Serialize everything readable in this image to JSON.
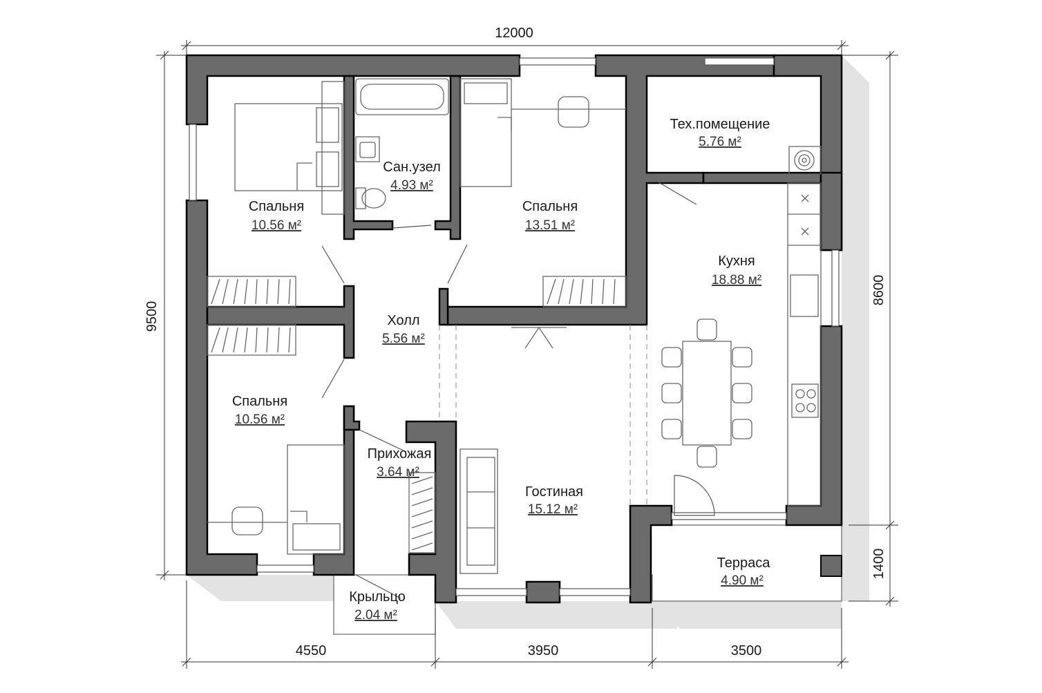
{
  "rooms": {
    "bedroom_top_left": {
      "name": "Спальня",
      "area": "10.56 м²"
    },
    "bathroom": {
      "name": "Сан.узел",
      "area": "4.93 м²"
    },
    "bedroom_top_mid": {
      "name": "Спальня",
      "area": "13.51 м²"
    },
    "tech_room": {
      "name": "Тех.помещение",
      "area": "5.76 м²"
    },
    "kitchen": {
      "name": "Кухня",
      "area": "18.88 м²"
    },
    "hall": {
      "name": "Холл",
      "area": "5.56 м²"
    },
    "bedroom_bottom_left": {
      "name": "Спальня",
      "area": "10.56 м²"
    },
    "entrance": {
      "name": "Прихожая",
      "area": "3.64 м²"
    },
    "living_room": {
      "name": "Гостиная",
      "area": "15.12 м²"
    },
    "terrace": {
      "name": "Терраса",
      "area": "4.90 м²"
    },
    "porch": {
      "name": "Крыльцо",
      "area": "2.04 м²"
    }
  },
  "dimensions": {
    "top": "12000",
    "left": "9500",
    "right_upper": "8600",
    "right_lower": "1400",
    "bottom_1": "4550",
    "bottom_2": "3950",
    "bottom_3": "3500"
  },
  "colors": {
    "wall": "#6b6b6b",
    "shadow": "#e2e2e2"
  }
}
